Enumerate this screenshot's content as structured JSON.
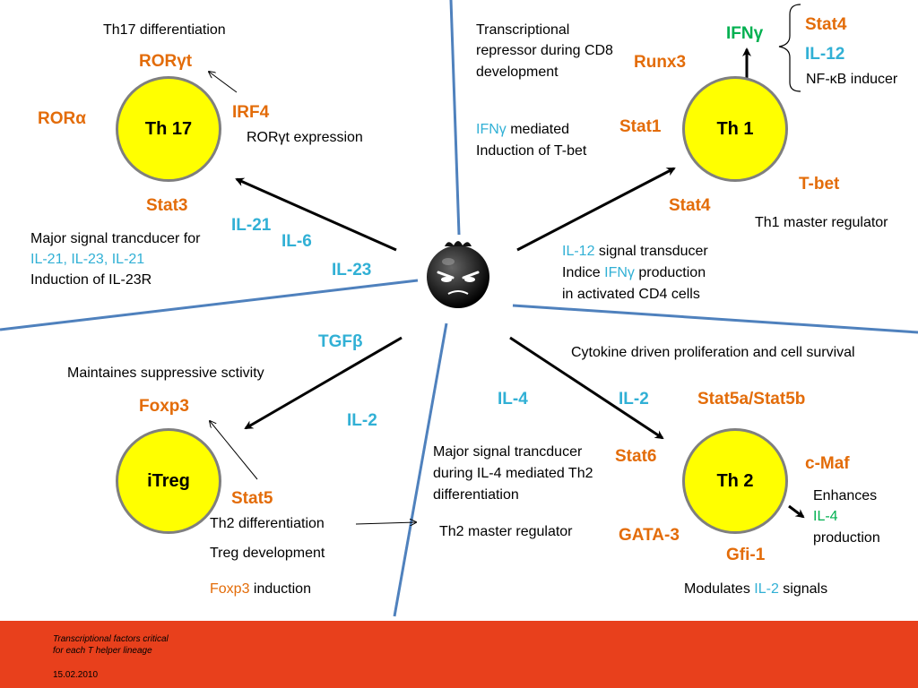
{
  "cells": {
    "th17": "Th 17",
    "th1": "Th 1",
    "itreg": "iTreg",
    "th2": "Th 2"
  },
  "th17": {
    "heading": "Th17 differentiation",
    "ror_gt": "RORγt",
    "ror_a": "RORα",
    "irf4": "IRF4",
    "irf4_desc": "RORγt expression",
    "stat3": "Stat3",
    "stat3_desc_1": "Major signal trancducer for",
    "stat3_desc_2": "IL-21, IL-23, IL-21",
    "stat3_desc_3": "Induction of IL-23R",
    "il21": "IL-21",
    "il6": "IL-6",
    "il23": "IL-23"
  },
  "th1": {
    "runx3_desc_1": "Transcriptional",
    "runx3_desc_2": "repressor during CD8",
    "runx3_desc_3": "development",
    "runx3": "Runx3",
    "ifng": "IFNγ",
    "ifng_sources": [
      "Stat4",
      "IL-12",
      "NF-κB inducer"
    ],
    "stat1_desc_1a": "IFNγ",
    "stat1_desc_1b": " mediated",
    "stat1_desc_2": "Induction of T-bet",
    "stat1": "Stat1",
    "stat4": "Stat4",
    "tbet": "T-bet",
    "tbet_desc": "Th1 master regulator",
    "stat4_desc_1a": "IL-12",
    "stat4_desc_1b": " signal transducer",
    "stat4_desc_2a": "Indice ",
    "stat4_desc_2b": "IFNγ",
    "stat4_desc_2c": " production",
    "stat4_desc_3": "in activated CD4 cells"
  },
  "itreg": {
    "tgfb": "TGFβ",
    "foxp3_desc": "Maintaines suppressive sctivity",
    "foxp3": "Foxp3",
    "il2": "IL-2",
    "stat5": "Stat5",
    "stat5_desc_1": "Th2 differentiation",
    "stat5_desc_2": "Treg development",
    "stat5_desc_3a": "Foxp3",
    "stat5_desc_3b": " induction"
  },
  "th2": {
    "il2_desc": "Cytokine driven proliferation and cell survival",
    "il4": "IL-4",
    "il2": "IL-2",
    "stat5ab": "Stat5a/Stat5b",
    "stat6_desc_1": "Major signal trancducer",
    "stat6_desc_2": "during IL-4 mediated Th2",
    "stat6_desc_3": "differentiation",
    "stat6": "Stat6",
    "cmaf": "c-Maf",
    "cmaf_desc_1": "Enhances",
    "cmaf_desc_2": "IL-4",
    "cmaf_desc_3": "production",
    "gata3_desc": "Th2 master regulator",
    "gata3": "GATA-3",
    "gfi1": "Gfi-1",
    "gfi1_desc_a": "Modulates ",
    "gfi1_desc_b": "IL-2",
    "gfi1_desc_c": " signals"
  },
  "footer": {
    "line1": "Transcriptional factors critical",
    "line2": "for each T helper lineage",
    "date": "15.02.2010"
  },
  "colors": {
    "transcription_factor": "#e36c09",
    "cytokine": "#31b0d5",
    "ifng": "#00b050",
    "cell": "#ffff00",
    "divider": "#4f81bd",
    "footer_band": "#e8401c"
  },
  "icons": {
    "center": "angry-face-icon"
  }
}
